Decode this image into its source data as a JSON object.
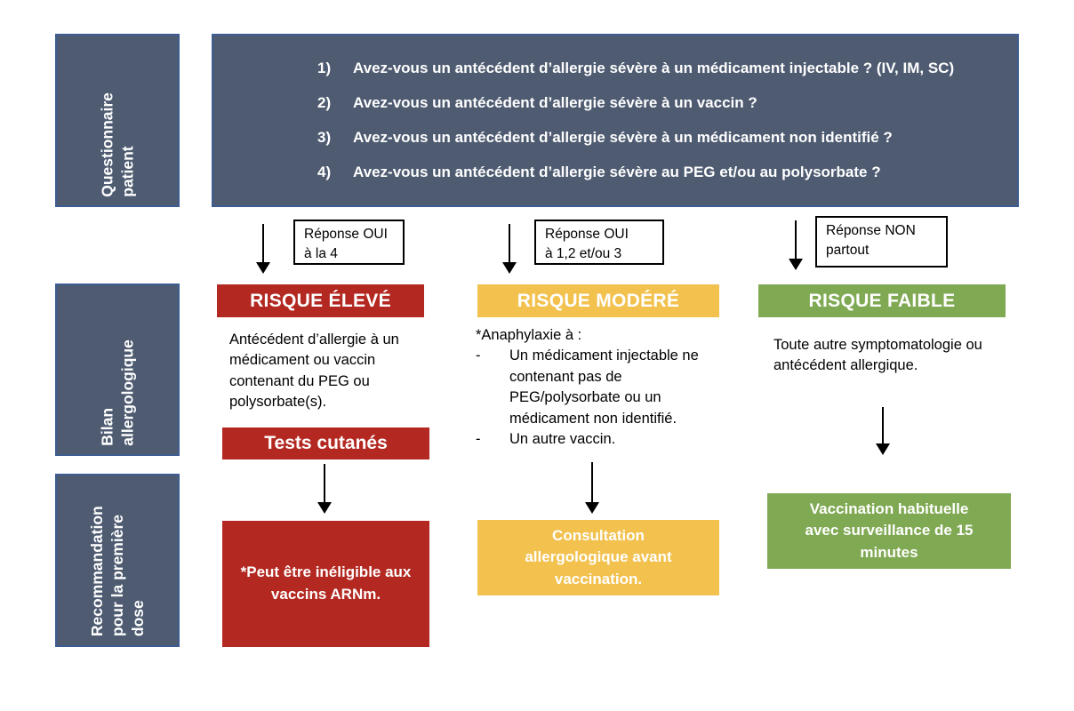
{
  "colors": {
    "slate_fill": "#4e5b71",
    "slate_border": "#3d5c91",
    "risk_high_red": "#b32821",
    "risk_moderate_yellow": "#f2c14e",
    "risk_low_green": "#80a953",
    "text_on_dark": "#ffffff",
    "text_body": "#000000"
  },
  "ui": {
    "dash": "-"
  },
  "sidebar": {
    "sections": [
      {
        "label": "Questionnaire\npatient"
      },
      {
        "label": "Bilan\nallergologique"
      },
      {
        "label": "Recommandation\npour la première\ndose"
      }
    ]
  },
  "questionnaire": {
    "questions": [
      {
        "num": "1)",
        "text": "Avez-vous un antécédent d’allergie sévère à un médicament injectable ? (IV, IM, SC)"
      },
      {
        "num": "2)",
        "text": "Avez-vous un antécédent d’allergie sévère à un vaccin ?"
      },
      {
        "num": "3)",
        "text": "Avez-vous un antécédent d’allergie sévère à un médicament non identifié ?"
      },
      {
        "num": "4)",
        "text": "Avez-vous un antécédent d’allergie sévère au PEG et/ou au polysorbate ?"
      }
    ]
  },
  "columns": {
    "high": {
      "answer_label": "Réponse OUI\nà la 4",
      "risk_title": "RISQUE ÉLEVÉ",
      "description": "Antécédent d’allergie à un médicament ou vaccin contenant du PEG ou polysorbate(s).",
      "test_label": "Tests cutanés",
      "recommendation": "*Peut être inéligible aux vaccins ARNm."
    },
    "moderate": {
      "answer_label": "Réponse OUI\nà 1,2 et/ou 3",
      "risk_title": "RISQUE MODÉRÉ",
      "description_intro": "*Anaphylaxie à :",
      "description_items": [
        "Un médicament injectable ne contenant pas de PEG/polysorbate ou un médicament non identifié.",
        "Un autre vaccin."
      ],
      "recommendation": "Consultation allergologique avant vaccination."
    },
    "low": {
      "answer_label": "Réponse NON\npartout",
      "risk_title": "RISQUE FAIBLE",
      "description": "Toute autre symptomatologie ou antécédent allergique.",
      "recommendation": "Vaccination habituelle avec surveillance de 15 minutes"
    }
  }
}
